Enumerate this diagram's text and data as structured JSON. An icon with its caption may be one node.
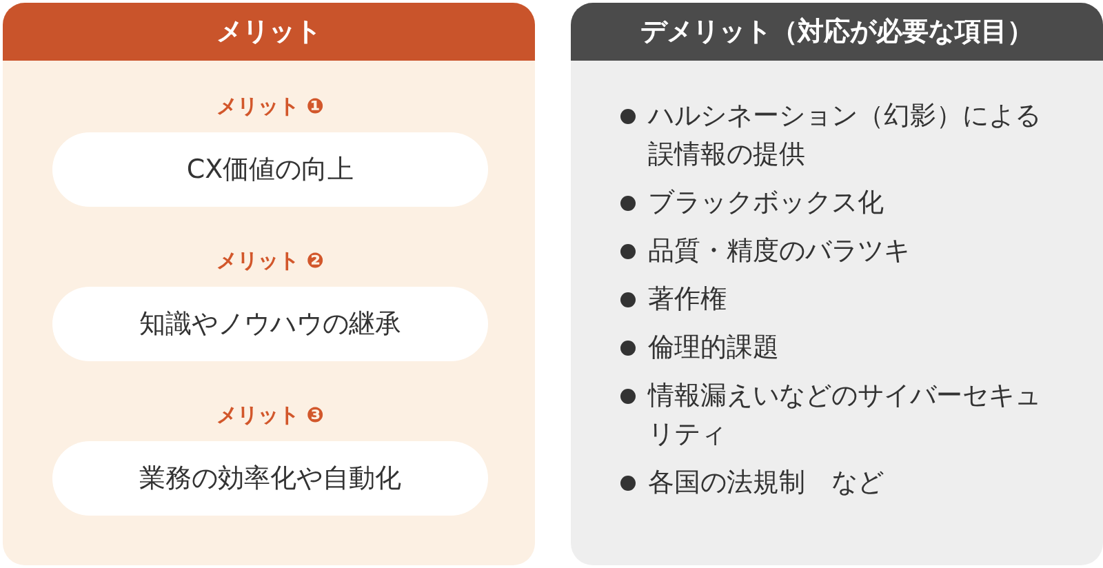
{
  "diagram": {
    "nodes": [
      {
        "text": [
          "メリット"
        ]
      },
      {
        "text": [
          "メリット ❶",
          "CX価値の向上"
        ],
        "in": 0
      },
      {
        "text": [
          "メリット ❷",
          "知識やノウハウの継承"
        ],
        "in": 0
      },
      {
        "text": [
          "メリット ❸",
          "業務の効率化や自動化"
        ],
        "in": 0
      },
      {
        "text": [
          "デメリット（対応が必要な項目）",
          "ハルシネーション（幻影）による誤情報の提供",
          "ブラックボックス化",
          "品質・精度のバラツキ",
          "著作権",
          "倫理的課題",
          "情報漏えいなどのサイバーセキュリティ",
          "各国の法規制　など"
        ]
      }
    ]
  }
}
